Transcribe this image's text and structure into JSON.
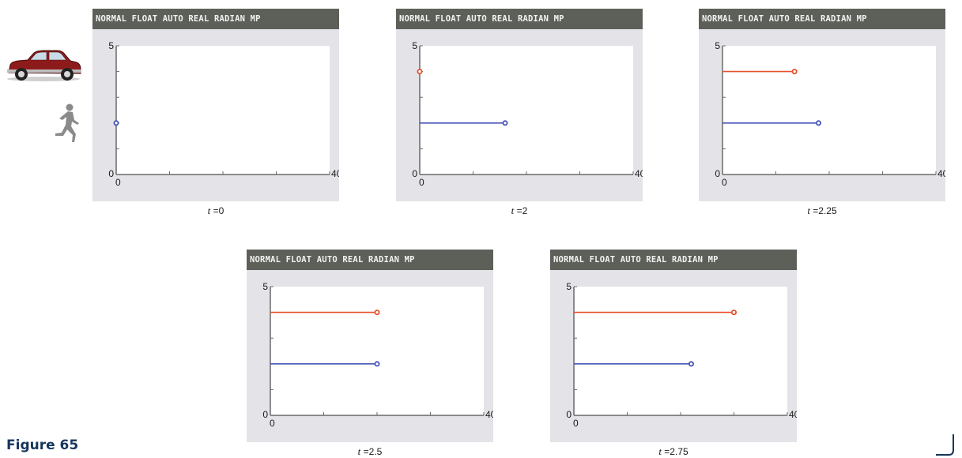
{
  "status_bar": "NORMAL FLOAT AUTO REAL RADIAN MP",
  "icons": {
    "car": "car-icon",
    "runner": "runner-icon",
    "battery": "battery-icon"
  },
  "figure_label": "Figure 65",
  "colors": {
    "header_bg": "#5d6059",
    "screen_bg": "#e4e3e8",
    "plot_bg": "#ffffff",
    "car_series": "#e8502b",
    "runner_series": "#4553b5",
    "battery_green": "#3bb34a"
  },
  "chart_data": [
    {
      "type": "line",
      "caption_var": "t",
      "caption_val": "=0",
      "xlim": [
        0,
        40
      ],
      "ylim": [
        0,
        5
      ],
      "x_tick_labels": [
        "0",
        "40"
      ],
      "y_tick_labels": [
        "0",
        "5"
      ],
      "series": [
        {
          "color": "runner",
          "y": 2,
          "x": [
            0,
            0
          ]
        }
      ]
    },
    {
      "type": "line",
      "caption_var": "t",
      "caption_val": "=2",
      "xlim": [
        0,
        40
      ],
      "ylim": [
        0,
        5
      ],
      "x_tick_labels": [
        "0",
        "40"
      ],
      "y_tick_labels": [
        "0",
        "5"
      ],
      "series": [
        {
          "color": "car",
          "y": 4,
          "x": [
            0,
            0
          ]
        },
        {
          "color": "runner",
          "y": 2,
          "x": [
            0,
            16
          ]
        }
      ]
    },
    {
      "type": "line",
      "caption_var": "t",
      "caption_val": "=2.25",
      "xlim": [
        0,
        40
      ],
      "ylim": [
        0,
        5
      ],
      "x_tick_labels": [
        "0",
        "40"
      ],
      "y_tick_labels": [
        "0",
        "5"
      ],
      "series": [
        {
          "color": "car",
          "y": 4,
          "x": [
            0,
            13.5
          ]
        },
        {
          "color": "runner",
          "y": 2,
          "x": [
            0,
            18
          ]
        }
      ]
    },
    {
      "type": "line",
      "caption_var": "t",
      "caption_val": "=2.5",
      "xlim": [
        0,
        40
      ],
      "ylim": [
        0,
        5
      ],
      "x_tick_labels": [
        "0",
        "40"
      ],
      "y_tick_labels": [
        "0",
        "5"
      ],
      "series": [
        {
          "color": "car",
          "y": 4,
          "x": [
            0,
            20
          ]
        },
        {
          "color": "runner",
          "y": 2,
          "x": [
            0,
            20
          ]
        }
      ]
    },
    {
      "type": "line",
      "caption_var": "t",
      "caption_val": "=2.75",
      "xlim": [
        0,
        40
      ],
      "ylim": [
        0,
        5
      ],
      "x_tick_labels": [
        "0",
        "40"
      ],
      "y_tick_labels": [
        "0",
        "5"
      ],
      "series": [
        {
          "color": "car",
          "y": 4,
          "x": [
            0,
            30
          ]
        },
        {
          "color": "runner",
          "y": 2,
          "x": [
            0,
            22
          ]
        }
      ]
    }
  ]
}
